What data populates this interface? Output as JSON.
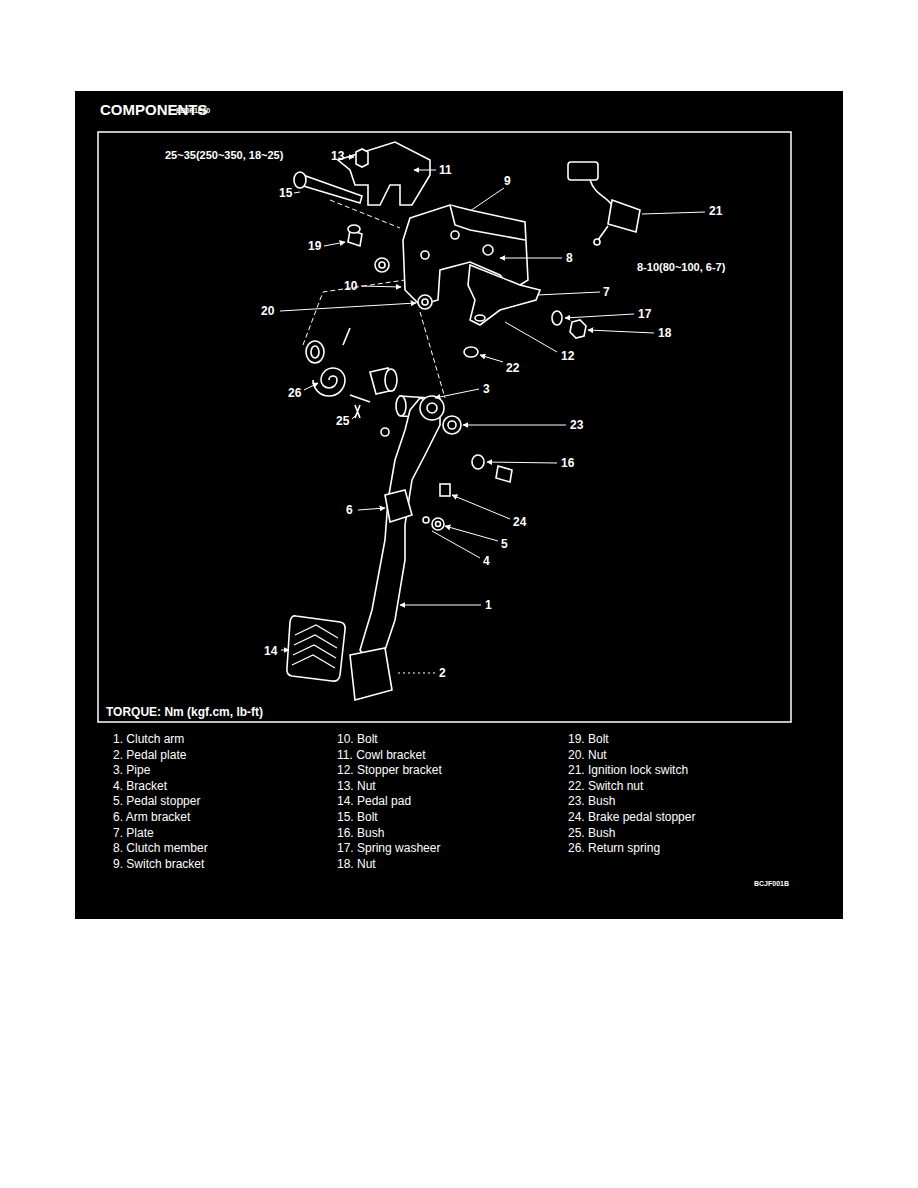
{
  "diagram": {
    "title": "COMPONENTS",
    "labels": [
      "EB0F1E60",
      "25~35(250~350, 18~25)",
      "13",
      "11",
      "9",
      "15",
      "21",
      "19",
      "8-10(80~100, 6-7)",
      "8",
      "10",
      "7",
      "20",
      "17",
      "18",
      "12",
      "22",
      "26",
      "3",
      "25",
      "23",
      "16",
      "6",
      "24",
      "5",
      "4",
      "1",
      "14",
      "2",
      "TORQUE: Nm (kgf.cm, lb-ft)",
      "1. Clutch arm",
      "2. Pedal plate",
      "3. Pipe",
      "4. Bracket",
      "5. Pedal stopper",
      "6. Arm bracket",
      "7. Plate",
      "8. Clutch member",
      "9. Switch bracket",
      "10. Bolt",
      "11. Cowl bracket",
      "12. Stopper bracket",
      "13. Nut",
      "14. Pedal pad",
      "15. Bolt",
      "16. Bush",
      "17. Spring washeer",
      "18. Nut",
      "19. Bolt",
      "20. Nut",
      "21. Ignition lock switch",
      "22. Switch nut",
      "23. Bush",
      "24. Brake pedal stopper",
      "25. Bush",
      "26. Return spring",
      "BCJF001B"
    ]
  }
}
